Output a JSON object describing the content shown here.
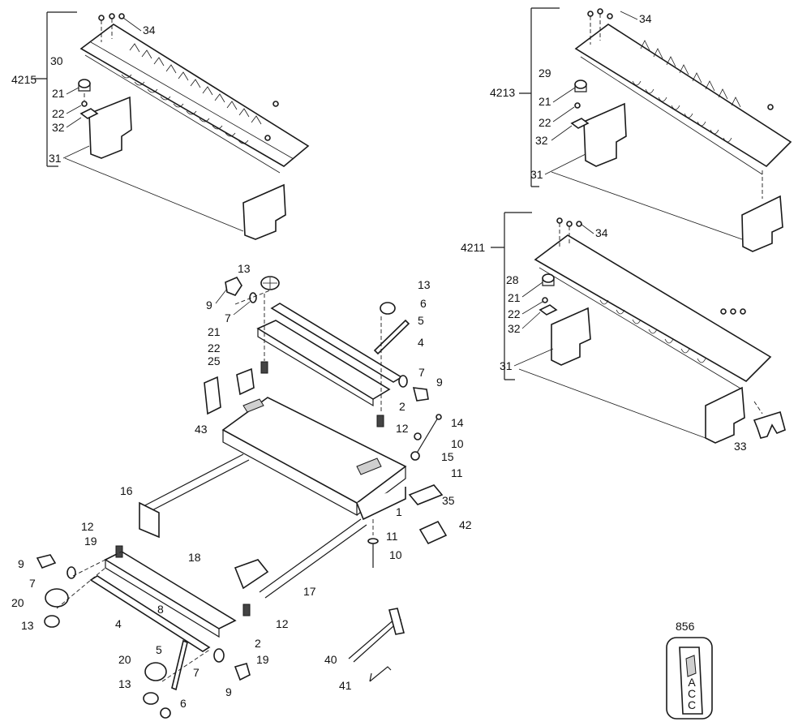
{
  "callouts": {
    "c4215": "4215",
    "c30": "30",
    "c34a": "34",
    "c21a": "21",
    "c22a": "22",
    "c32a": "32",
    "c31a": "31",
    "c4213": "4213",
    "c29": "29",
    "c34b": "34",
    "c21b": "21",
    "c22b": "22",
    "c32b": "32",
    "c31b": "31",
    "c4211": "4211",
    "c28": "28",
    "c34c": "34",
    "c21c": "21",
    "c22c": "22",
    "c32c": "32",
    "c31c": "31",
    "c33": "33",
    "c13a": "13",
    "c9a": "9",
    "c7a": "7",
    "c21d": "21",
    "c22d": "22",
    "c25": "25",
    "c43": "43",
    "c13b": "13",
    "c6a": "6",
    "c5a": "5",
    "c4a": "4",
    "c7b": "7",
    "c9b": "9",
    "c2a": "2",
    "c12a": "12",
    "c14": "14",
    "c10a": "10",
    "c15": "15",
    "c11a": "11",
    "c1": "1",
    "c35": "35",
    "c42": "42",
    "c16": "16",
    "c12b": "12",
    "c19a": "19",
    "c18": "18",
    "c9c": "9",
    "c7c": "7",
    "c20a": "20",
    "c13c": "13",
    "c4b": "4",
    "c8": "8",
    "c11b": "11",
    "c10b": "10",
    "c17": "17",
    "c12c": "12",
    "c2b": "2",
    "c20b": "20",
    "c5b": "5",
    "c7d": "7",
    "c19b": "19",
    "c13d": "13",
    "c6b": "6",
    "c9d": "9",
    "c40": "40",
    "c41": "41",
    "c856": "856"
  },
  "template_letters": [
    "A",
    "C",
    "C"
  ]
}
